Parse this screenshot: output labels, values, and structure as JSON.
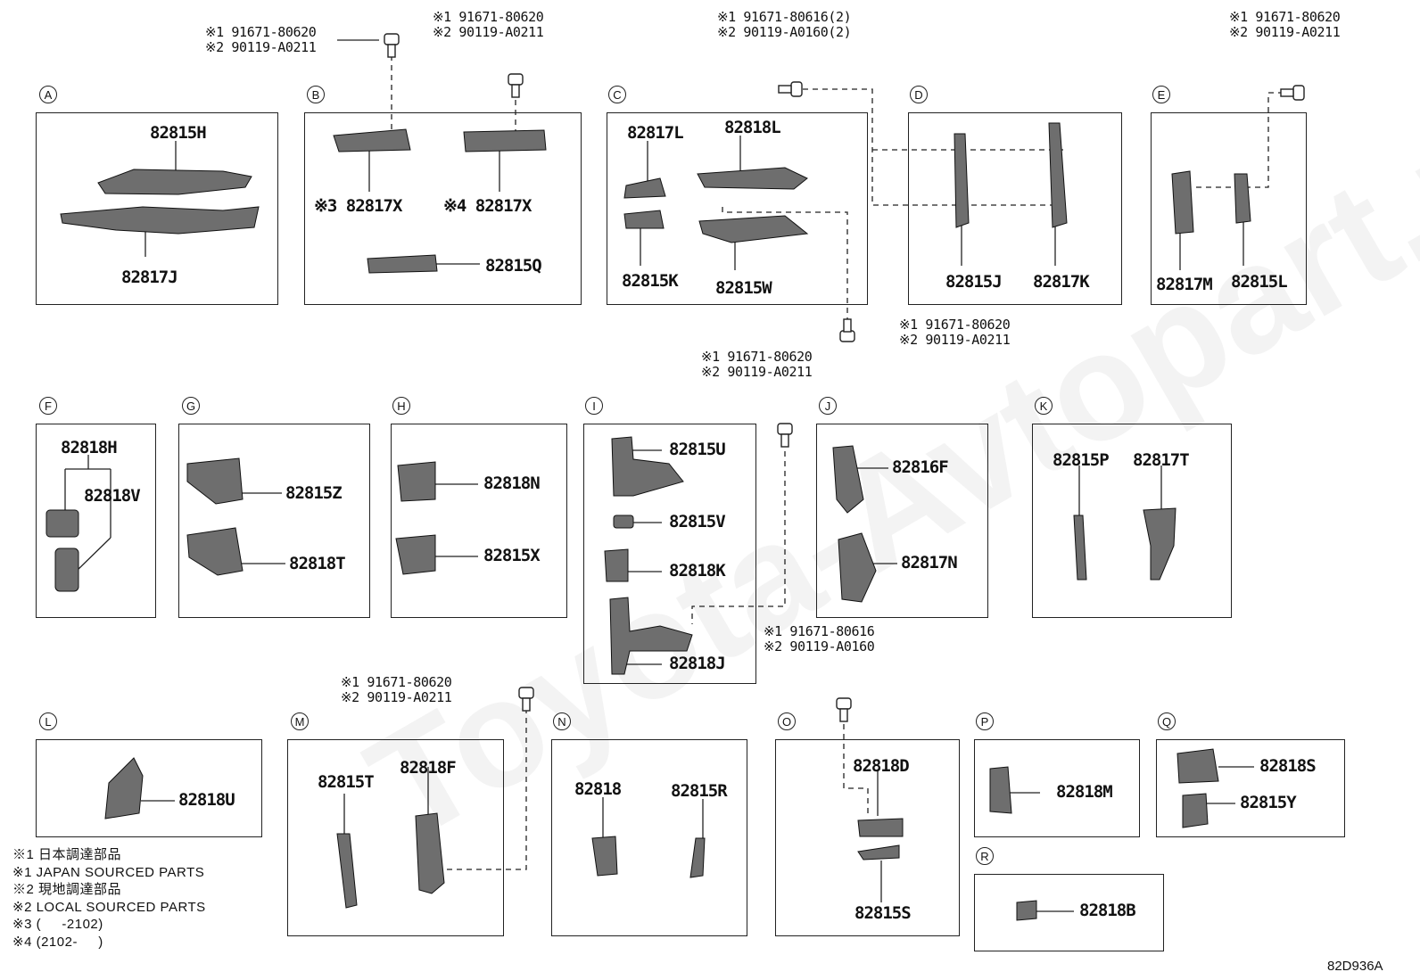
{
  "watermark": "Toyota-Avtopart.ru",
  "diagram_code": "82D936A",
  "notes": [
    "※1 日本調達部品",
    "※1 JAPAN SOURCED PARTS",
    "※2 現地調達部品",
    "※2 LOCAL SOURCED PARTS",
    "※3 (     -2102)",
    "※4 (2102-     )"
  ],
  "bolt_refs": {
    "b_top": "※1 91671-80620\n※2 90119-A0211",
    "b_top2": "※1 91671-80620\n※2 90119-A0211",
    "c_top": "※1 91671-80616(2)\n※2 90119-A0160(2)",
    "e_top": "※1 91671-80620\n※2 90119-A0211",
    "c_bottom": "※1 91671-80620\n※2 90119-A0211",
    "i_top": "※1 91671-80620\n※2 90119-A0211",
    "o_top": "※1 91671-80616\n※2 90119-A0160",
    "m_top": "※1 91671-80620\n※2 90119-A0211"
  },
  "groups": [
    {
      "id": "A",
      "parts": [
        "82815H",
        "82817J"
      ]
    },
    {
      "id": "B",
      "parts": [
        "※3 82817X",
        "※4 82817X",
        "82815Q"
      ]
    },
    {
      "id": "C",
      "parts": [
        "82817L",
        "82818L",
        "82815K",
        "82815W"
      ]
    },
    {
      "id": "D",
      "parts": [
        "82815J",
        "82817K"
      ]
    },
    {
      "id": "E",
      "parts": [
        "82817M",
        "82815L"
      ]
    },
    {
      "id": "F",
      "parts": [
        "82818H",
        "82818V"
      ]
    },
    {
      "id": "G",
      "parts": [
        "82815Z",
        "82818T"
      ]
    },
    {
      "id": "H",
      "parts": [
        "82818N",
        "82815X"
      ]
    },
    {
      "id": "I",
      "parts": [
        "82815U",
        "82815V",
        "82818K",
        "82818J"
      ]
    },
    {
      "id": "J",
      "parts": [
        "82816F",
        "82817N"
      ]
    },
    {
      "id": "K",
      "parts": [
        "82815P",
        "82817T"
      ]
    },
    {
      "id": "L",
      "parts": [
        "82818U"
      ]
    },
    {
      "id": "M",
      "parts": [
        "82815T",
        "82818F"
      ]
    },
    {
      "id": "N",
      "parts": [
        "82818",
        "82815R"
      ]
    },
    {
      "id": "O",
      "parts": [
        "82818D",
        "82815S"
      ]
    },
    {
      "id": "P",
      "parts": [
        "82818M"
      ]
    },
    {
      "id": "Q",
      "parts": [
        "82818S",
        "82815Y"
      ]
    },
    {
      "id": "R",
      "parts": [
        "82818B"
      ]
    }
  ]
}
